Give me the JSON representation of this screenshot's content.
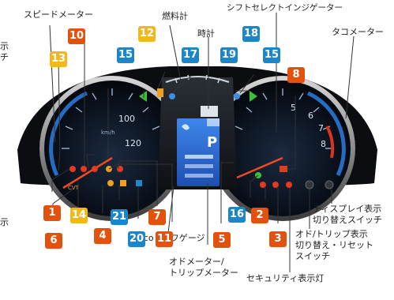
{
  "labels": {
    "speedometer": "スピードメーター",
    "fuel_gauge": "燃料計",
    "shift_indicator": "シフトセレクトインジゲーター",
    "clock": "時計",
    "tachometer": "タコメーター",
    "display_switch": "ディスプレイ表示\n切り替えスイッチ",
    "odo_switch": "オド/トリップ表示\n切り替え・リセット\nスイッチ",
    "eco_leaf": "ecoリーフゲージ",
    "odometer": "オドメーター/\nトリップメーター",
    "security_lamp": "セキュリティ表示灯",
    "left_cut_1": "示",
    "left_cut_2": "チ",
    "left_cut_3": "示"
  },
  "badges": [
    {
      "id": "b1",
      "text": "1",
      "color": "red"
    },
    {
      "id": "b2",
      "text": "2",
      "color": "red"
    },
    {
      "id": "b3",
      "text": "3",
      "color": "red"
    },
    {
      "id": "b4",
      "text": "4",
      "color": "red"
    },
    {
      "id": "b5",
      "text": "5",
      "color": "red"
    },
    {
      "id": "b6",
      "text": "6",
      "color": "red"
    },
    {
      "id": "b7",
      "text": "7",
      "color": "red"
    },
    {
      "id": "b8",
      "text": "8",
      "color": "red"
    },
    {
      "id": "b10",
      "text": "10",
      "color": "red"
    },
    {
      "id": "b11",
      "text": "11",
      "color": "red"
    },
    {
      "id": "b12",
      "text": "12",
      "color": "yellow"
    },
    {
      "id": "b13",
      "text": "13",
      "color": "yellow"
    },
    {
      "id": "b14",
      "text": "14",
      "color": "yellow"
    },
    {
      "id": "b15a",
      "text": "15",
      "color": "blue"
    },
    {
      "id": "b15b",
      "text": "15",
      "color": "blue"
    },
    {
      "id": "b16",
      "text": "16",
      "color": "blue"
    },
    {
      "id": "b17",
      "text": "17",
      "color": "blue"
    },
    {
      "id": "b18",
      "text": "18",
      "color": "blue"
    },
    {
      "id": "b19",
      "text": "19",
      "color": "blue"
    },
    {
      "id": "b20",
      "text": "20",
      "color": "blue"
    },
    {
      "id": "b21",
      "text": "21",
      "color": "blue"
    }
  ],
  "gauge_text": {
    "speed_100": "100",
    "speed_120": "120",
    "speed_unit": "km/h",
    "tacho_5": "5",
    "tacho_6": "6",
    "tacho_7": "7",
    "tacho_8": "8",
    "display_p": "P",
    "display_cvt": "CVT"
  },
  "colors": {
    "red": "#e2520f",
    "yellow": "#f1b81a",
    "blue": "#1d86c8",
    "warning_red": "#e23b1f",
    "warning_amber": "#f0a020",
    "indicator_green": "#3cbf3c",
    "display_blue": "#2f6fd6"
  }
}
